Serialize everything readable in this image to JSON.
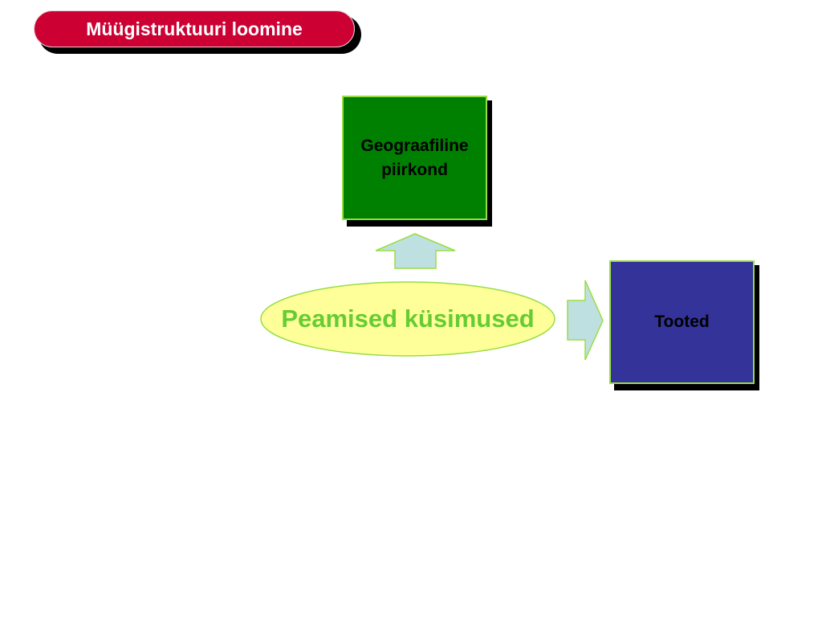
{
  "title": "Müügistruktuuri loomine",
  "nodes": {
    "geographic": "Geograafiline\npiirkond",
    "center": "Peamised küsimused",
    "products": "Tooted"
  },
  "colors": {
    "title_bg": "#cc0033",
    "geographic_bg": "#008000",
    "products_bg": "#333399",
    "center_bg": "#ffff99",
    "center_text": "#66cc33",
    "arrow_fill": "#bfe0e0",
    "outline": "#99dd44"
  }
}
